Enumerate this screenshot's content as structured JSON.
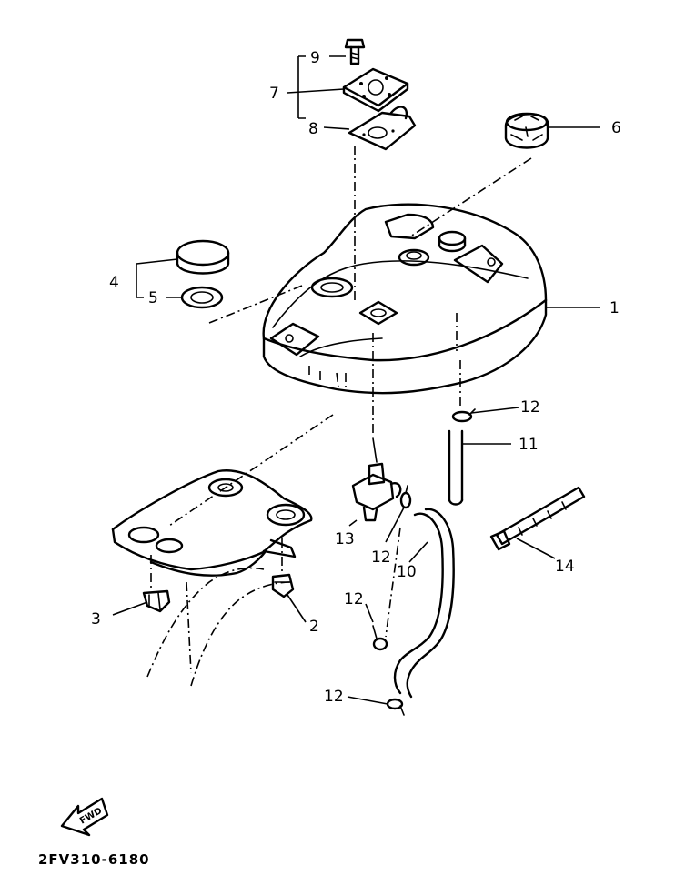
{
  "diagram_code": "2FV310-6180",
  "fwd_label": "FWD",
  "callouts": [
    "1",
    "2",
    "3",
    "4",
    "5",
    "6",
    "7",
    "8",
    "9",
    "10",
    "11",
    "12",
    "12",
    "12",
    "12",
    "13",
    "14"
  ],
  "icons": {
    "fwd_arrow": "fwd-arrow-icon"
  }
}
